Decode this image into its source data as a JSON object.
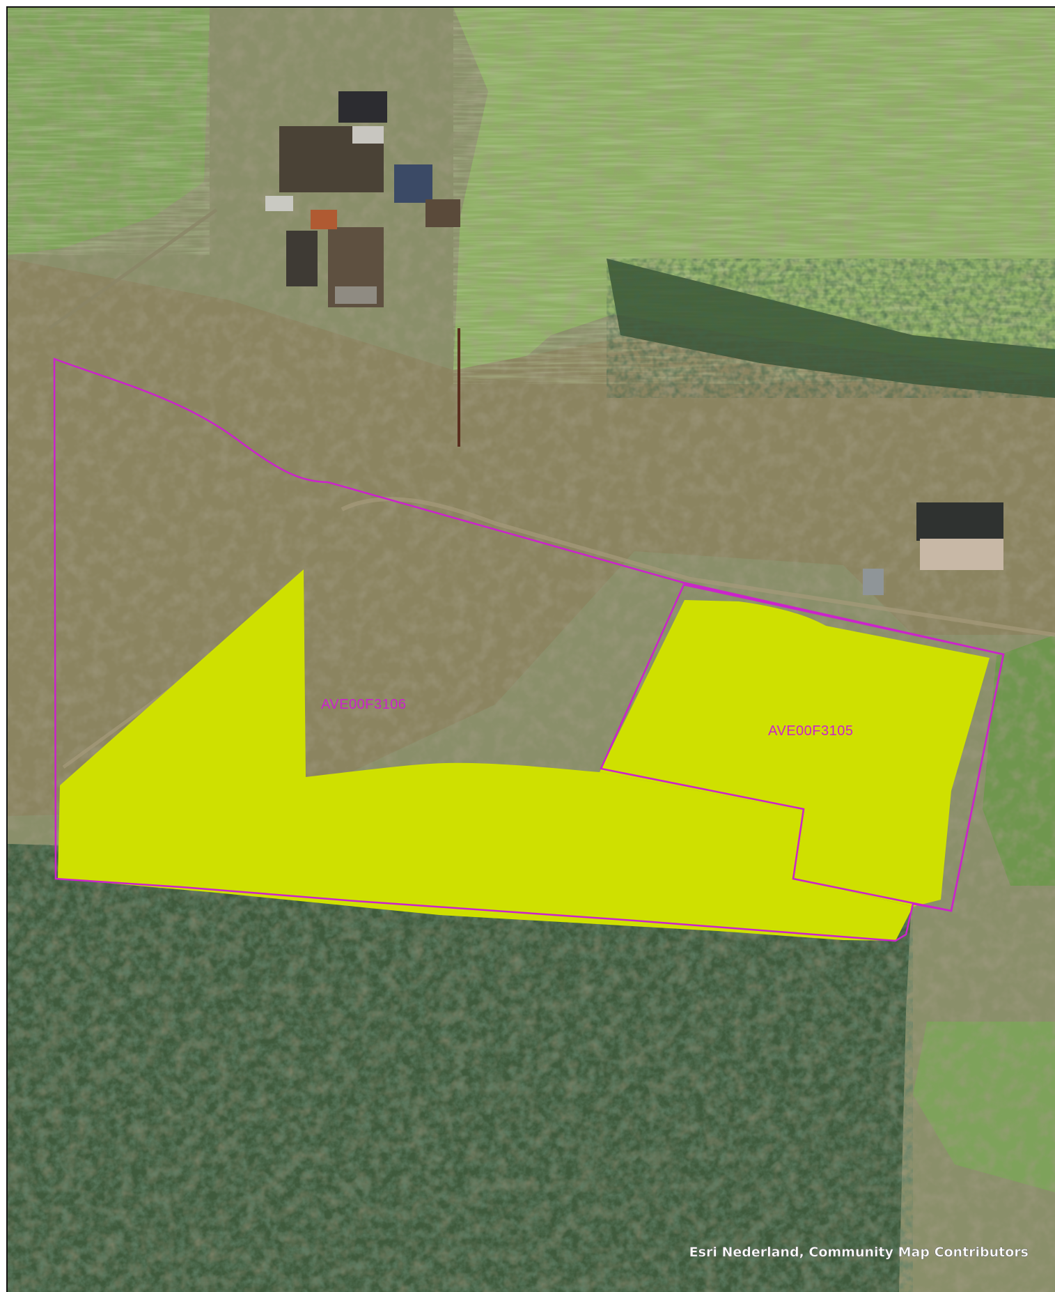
{
  "map": {
    "type": "aerial-imagery",
    "attribution": "Esri Nederland, Community Map Contributors",
    "colors": {
      "parcel_fill": "#cfe000",
      "parcel_outline": "#cc22cc",
      "label": "#cc22cc",
      "attribution": "#ffffff",
      "frame": "#111111"
    }
  },
  "parcels": [
    {
      "id": "AVE00F3106",
      "label": "AVE00F3106"
    },
    {
      "id": "AVE00F3105",
      "label": "AVE00F3105"
    }
  ]
}
